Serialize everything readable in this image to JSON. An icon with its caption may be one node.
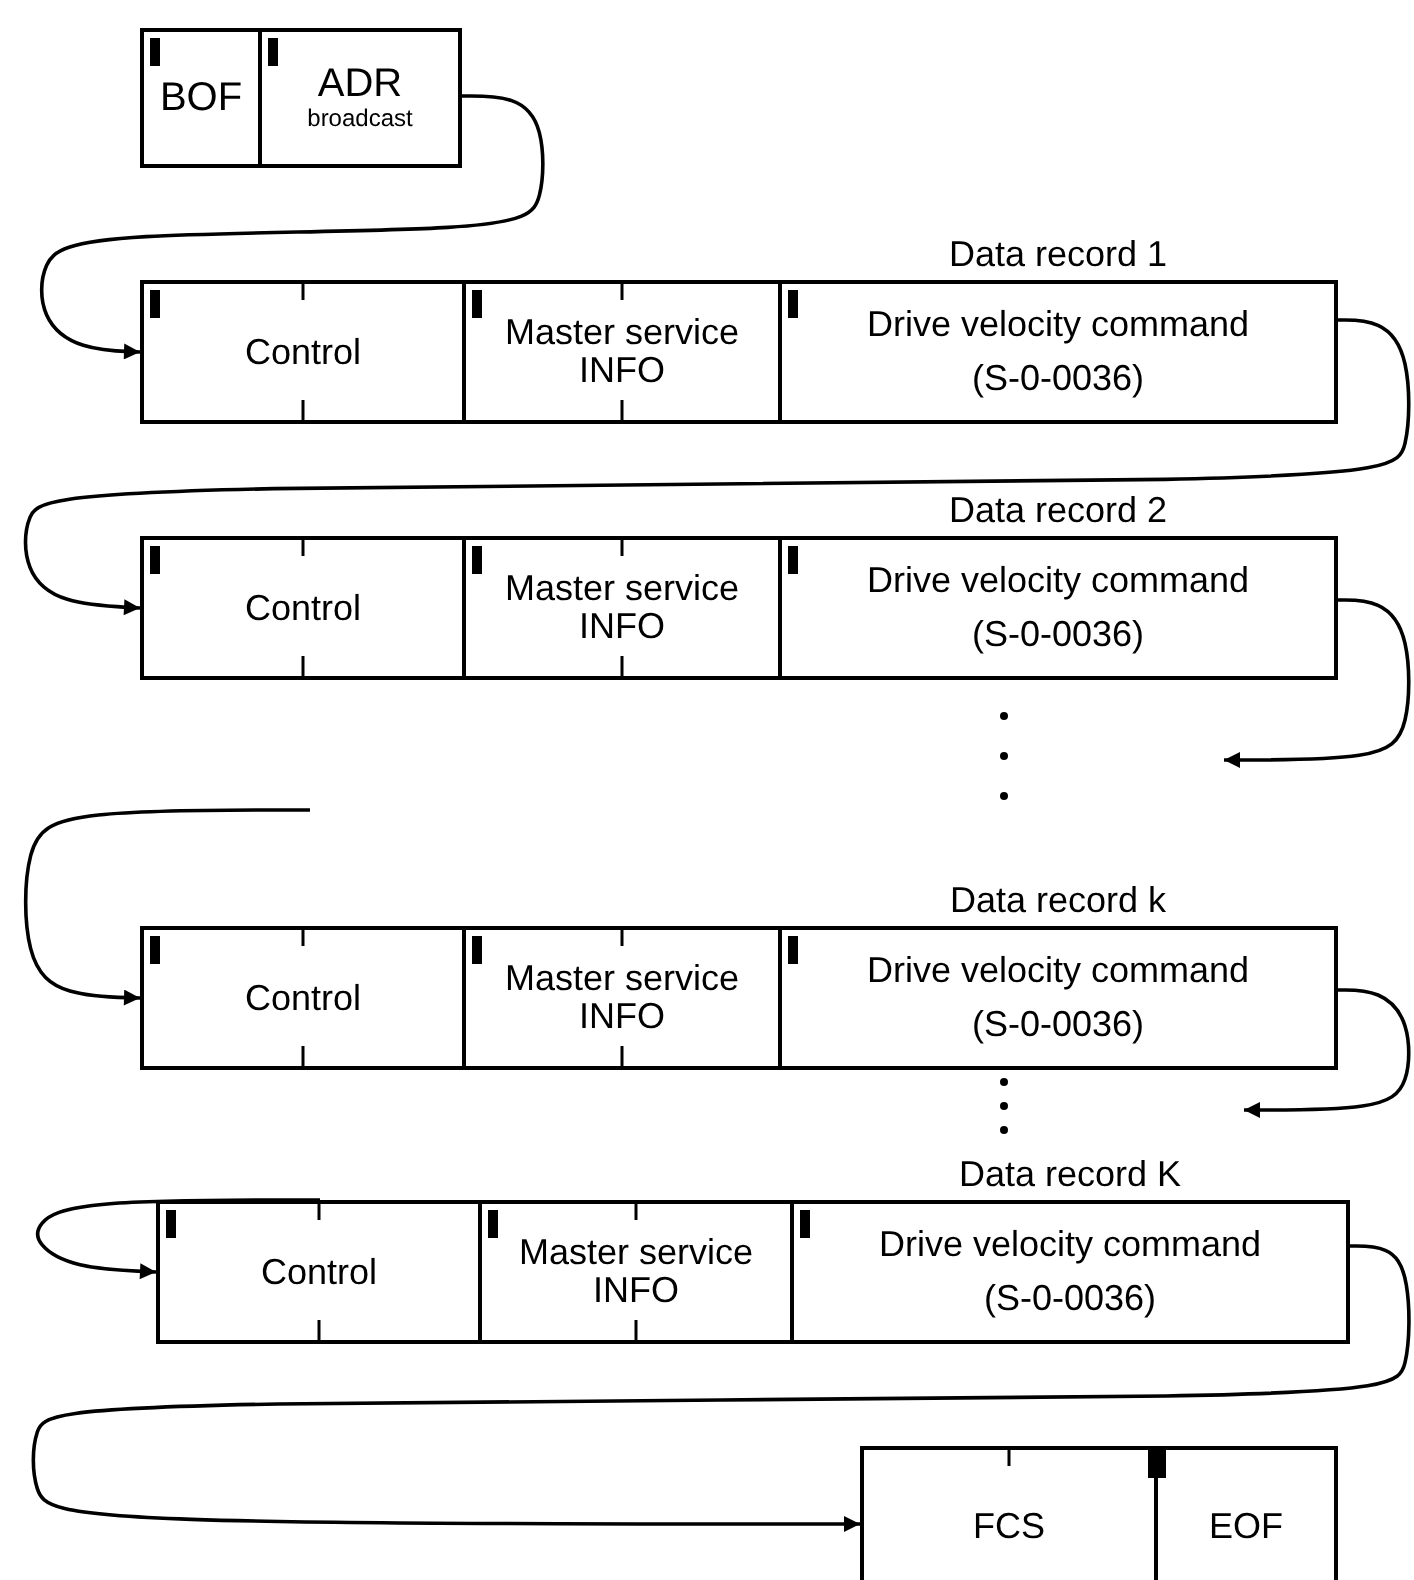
{
  "diagram": {
    "nodes": [
      {
        "text": [
          "BOF"
        ]
      },
      {
        "text": [
          "ADR",
          "broadcast"
        ]
      },
      {
        "text": [
          "Control"
        ]
      },
      {
        "text": [
          "Master service INFO"
        ]
      },
      {
        "text": [
          "Data record 1",
          "Drive velocity command",
          "(S-0-0036)"
        ]
      },
      {
        "text": [
          "Control"
        ]
      },
      {
        "text": [
          "Master service INFO"
        ]
      },
      {
        "text": [
          "Data record 2",
          "Drive velocity command",
          "(S-0-0036)"
        ]
      },
      {
        "text": [
          "Control"
        ]
      },
      {
        "text": [
          "Master service INFO"
        ]
      },
      {
        "text": [
          "Data record k",
          "Drive velocity command",
          "(S-0-0036)"
        ]
      },
      {
        "text": [
          "Control"
        ]
      },
      {
        "text": [
          "Master service INFO"
        ]
      },
      {
        "text": [
          "Data record K",
          "Drive velocity command",
          "(S-0-0036)"
        ]
      },
      {
        "text": [
          "FCS"
        ]
      },
      {
        "text": [
          "EOF"
        ]
      }
    ],
    "edges": [
      {
        "from": 1,
        "to": 2,
        "arrow": "to"
      },
      {
        "from": 4,
        "to": 5,
        "arrow": "to"
      },
      {
        "from": 7,
        "to": null,
        "arrow": "to"
      },
      {
        "from": null,
        "to": 8,
        "arrow": "to"
      },
      {
        "from": 10,
        "to": null,
        "arrow": "to"
      },
      {
        "from": null,
        "to": 11,
        "arrow": "to"
      },
      {
        "from": 13,
        "to": 14,
        "arrow": "to"
      }
    ]
  }
}
